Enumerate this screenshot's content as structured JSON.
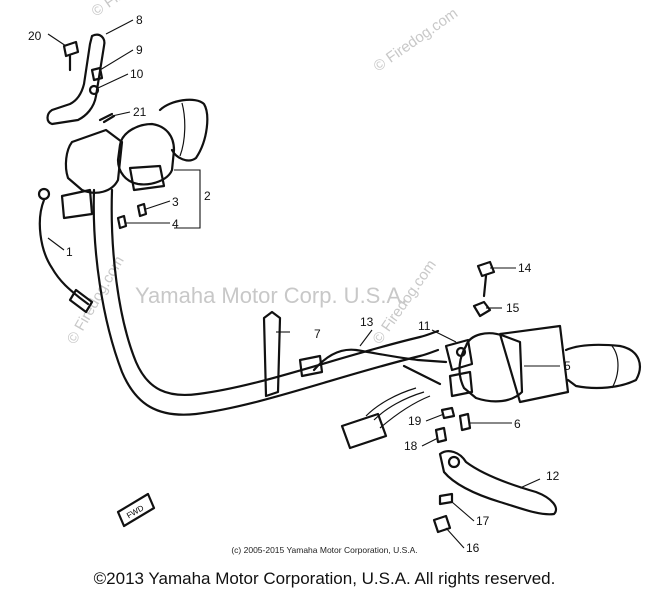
{
  "watermarks": {
    "center": "Yamaha Motor Corp. U.S.A.",
    "brand": "© Firedog.com"
  },
  "callouts": {
    "c1": "1",
    "c2": "2",
    "c3": "3",
    "c4": "4",
    "c5": "5",
    "c6": "6",
    "c7": "7",
    "c8": "8",
    "c9": "9",
    "c10": "10",
    "c11": "11",
    "c12": "12",
    "c13": "13",
    "c14": "14",
    "c15": "15",
    "c16": "16",
    "c17": "17",
    "c18": "18",
    "c19": "19",
    "c20": "20",
    "c21": "21"
  },
  "fwd_label": "FWD",
  "inner_copyright": "(c) 2005-2015 Yamaha Motor Corporation, U.S.A.",
  "copyright": "©2013 Yamaha Motor Corporation, U.S.A. All rights reserved."
}
